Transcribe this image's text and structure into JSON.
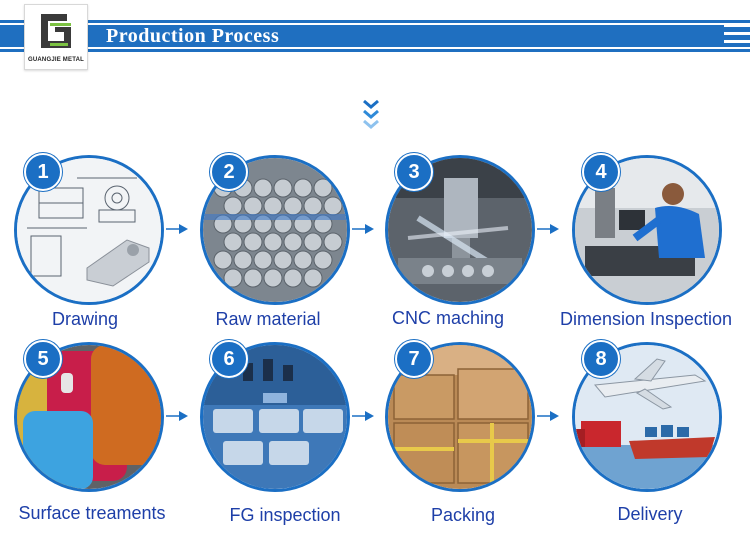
{
  "header": {
    "title": "Production Process",
    "logo_text": "GUANGJIE METAL"
  },
  "colors": {
    "banner": "#1f6fc0",
    "accent": "#1b6fc4",
    "label": "#1e3fa8"
  },
  "steps": [
    {
      "number": "1",
      "label": "Drawing",
      "icon": "technical-drawing-image"
    },
    {
      "number": "2",
      "label": "Raw material",
      "icon": "steel-pipes-image"
    },
    {
      "number": "3",
      "label": "CNC maching",
      "icon": "cnc-machine-image"
    },
    {
      "number": "4",
      "label": "Dimension Inspection",
      "icon": "inspection-worker-image"
    },
    {
      "number": "5",
      "label": "Surface treaments",
      "icon": "colored-parts-image"
    },
    {
      "number": "6",
      "label": "FG inspection",
      "icon": "inspection-parts-image"
    },
    {
      "number": "7",
      "label": "Packing",
      "icon": "cardboard-boxes-image"
    },
    {
      "number": "8",
      "label": "Delivery",
      "icon": "transport-vehicles-image"
    }
  ]
}
